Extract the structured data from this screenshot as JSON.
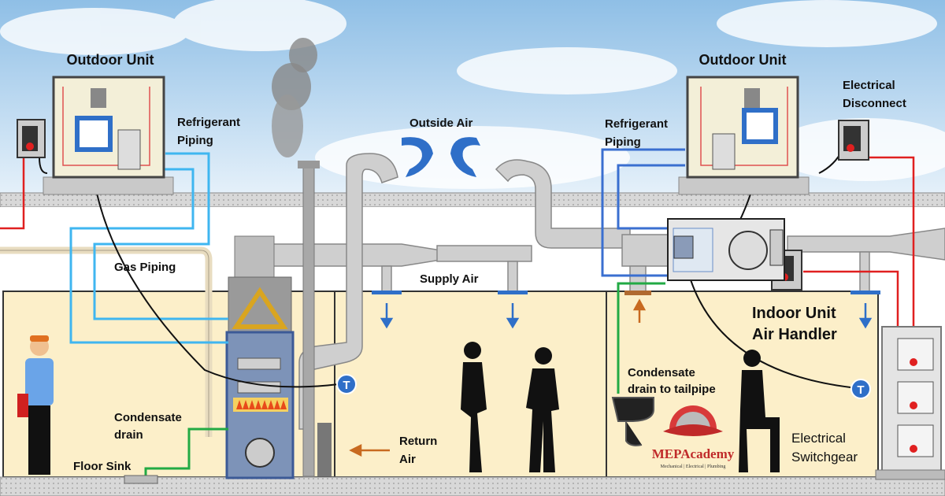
{
  "labels": {
    "outdoor_unit_left": "Outdoor Unit",
    "outdoor_unit_right": "Outdoor Unit",
    "refrigerant_piping_left": [
      "Refrigerant",
      "Piping"
    ],
    "refrigerant_piping_right": [
      "Refrigerant",
      "Piping"
    ],
    "outside_air": "Outside Air",
    "electrical_disconnect": [
      "Electrical",
      "Disconnect"
    ],
    "gas_piping": "Gas Piping",
    "supply_air": "Supply Air",
    "indoor_unit": [
      "Indoor Unit",
      "Air Handler"
    ],
    "condensate_tailpipe": [
      "Condensate",
      "drain to  tailpipe"
    ],
    "condensate_drain": [
      "Condensate",
      "drain"
    ],
    "floor_sink": "Floor Sink",
    "return_air": [
      "Return",
      "Air"
    ],
    "electrical_switchgear": [
      "Electrical",
      "Switchgear"
    ],
    "thermostat": "T"
  },
  "logo": {
    "name": "MEPAcademy",
    "tagline": "Mechanical | Electrical | Plumbing"
  },
  "colors": {
    "refrigerant_left": "#3fb6f0",
    "refrigerant_right": "#3a6fd0",
    "electrical": "#e02020",
    "condensate": "#22aa44",
    "room": "#fcefc9",
    "duct": "#c8c8c8",
    "airflow_arrow": "#2f6fc8",
    "return_arrow": "#c86a20"
  }
}
